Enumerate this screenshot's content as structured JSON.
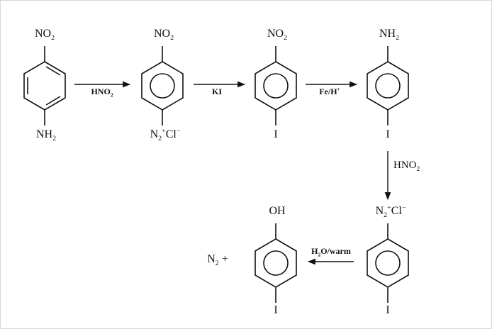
{
  "colors": {
    "background": "#ffffff",
    "ink": "#111111"
  },
  "molecules": {
    "m1": {
      "top": [
        {
          "t": "NO"
        },
        {
          "t": "2",
          "s": "sub"
        }
      ],
      "bottom": [
        {
          "t": "NH"
        },
        {
          "t": "2",
          "s": "sub"
        }
      ]
    },
    "m2": {
      "top": [
        {
          "t": "NO"
        },
        {
          "t": "2",
          "s": "sub"
        }
      ],
      "bottom": [
        {
          "t": "N"
        },
        {
          "t": "2",
          "s": "sub"
        },
        {
          "t": "+",
          "s": "sup"
        },
        {
          "t": "Cl"
        },
        {
          "t": "−",
          "s": "sup"
        }
      ]
    },
    "m3": {
      "top": [
        {
          "t": "NO"
        },
        {
          "t": "2",
          "s": "sub"
        }
      ],
      "bottom": [
        {
          "t": "I"
        }
      ]
    },
    "m4": {
      "top": [
        {
          "t": "NH"
        },
        {
          "t": "2",
          "s": "sub"
        }
      ],
      "bottom": [
        {
          "t": "I"
        }
      ]
    },
    "m5": {
      "top": [
        {
          "t": "N"
        },
        {
          "t": "2",
          "s": "sub"
        },
        {
          "t": "+",
          "s": "sup"
        },
        {
          "t": "Cl"
        },
        {
          "t": "−",
          "s": "sup"
        }
      ],
      "bottom": [
        {
          "t": "I"
        }
      ]
    },
    "m6": {
      "top": [
        {
          "t": "OH"
        }
      ],
      "bottom": [
        {
          "t": "I"
        }
      ]
    }
  },
  "arrows": {
    "a1": [
      {
        "t": "HNO"
      },
      {
        "t": "2",
        "s": "sub"
      }
    ],
    "a2": [
      {
        "t": "KI"
      }
    ],
    "a3": [
      {
        "t": "Fe/H"
      },
      {
        "t": "+",
        "s": "sup"
      }
    ],
    "a4": [
      {
        "t": "HNO"
      },
      {
        "t": "2",
        "s": "sub"
      }
    ],
    "a5": [
      {
        "t": "H"
      },
      {
        "t": "2",
        "s": "sub"
      },
      {
        "t": "O/warm"
      }
    ]
  },
  "byproduct": [
    {
      "t": "N"
    },
    {
      "t": "2",
      "s": "sub"
    },
    {
      "t": " +"
    }
  ]
}
